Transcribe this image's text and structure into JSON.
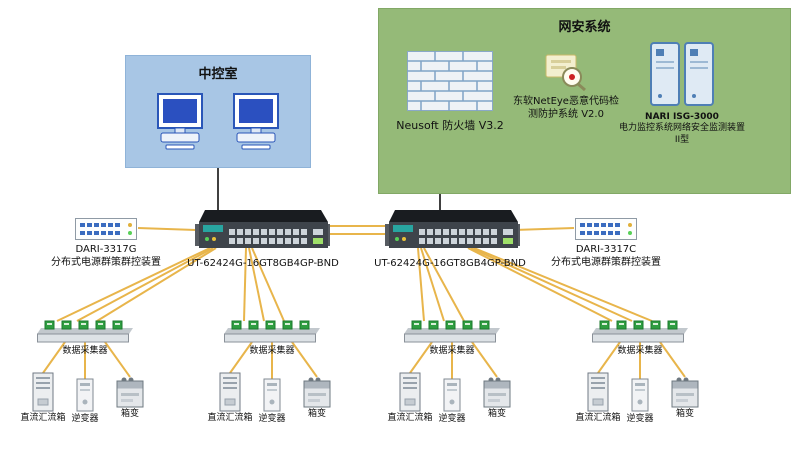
{
  "diagram": {
    "control_room": {
      "title": "中控室"
    },
    "security": {
      "title": "网安系统",
      "firewall_label": "Neusoft 防火墙 V3.2",
      "neteye_label": "东软NetEye恶意代码检\n测防护系统 V2.0",
      "nari_title": "NARI ISG-3000",
      "nari_desc": "电力监控系统网络安全监测装置\nII型"
    },
    "switches": [
      {
        "label": "UT-62424G-16GT8GB4GP-BND"
      },
      {
        "label": "UT-62424G-16GT8GB4GP-BND"
      }
    ],
    "controllers": [
      {
        "label": "DARI-3317G\n分布式电源群策群控装置"
      },
      {
        "label": "DARI-3317C\n分布式电源群策群控装置"
      }
    ],
    "groups": [
      {
        "collector": "数据采集器",
        "combiner": "直流汇流箱",
        "inverter": "逆变器",
        "transformer": "箱变"
      },
      {
        "collector": "数据采集器",
        "combiner": "直流汇流箱",
        "inverter": "逆变器",
        "transformer": "箱变"
      },
      {
        "collector": "数据采集器",
        "combiner": "直流汇流箱",
        "inverter": "逆变器",
        "transformer": "箱变"
      },
      {
        "collector": "数据采集器",
        "combiner": "直流汇流箱",
        "inverter": "逆变器",
        "transformer": "箱变"
      }
    ],
    "icons": {
      "computer": "desktop-computer-icon",
      "firewall": "brick-wall-firewall-icon",
      "neteye": "malware-scan-magnifier-icon",
      "nari": "server-cabinets-icon",
      "switch": "rack-switch-icon",
      "controller": "dari-controller-icon",
      "collector": "data-collector-icon",
      "combiner": "dc-combiner-box-icon",
      "inverter": "inverter-icon",
      "transformer": "box-transformer-icon"
    },
    "colors": {
      "control_room_bg": "#a8c6e5",
      "security_bg": "#95ba78",
      "wire_yellow": "#e8b54b",
      "wire_black": "#000000",
      "switch_accent": "#28a5a0",
      "port_green": "#2f9e41"
    }
  }
}
